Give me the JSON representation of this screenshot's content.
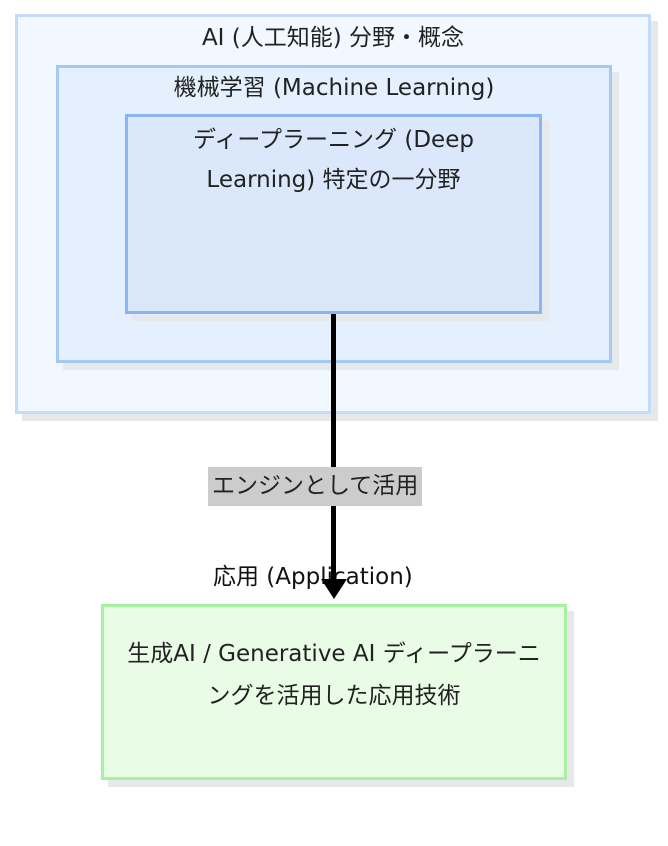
{
  "diagram": {
    "ai_box": {
      "label": "AI (人工知能) 分野・概念"
    },
    "ml_box": {
      "label": "機械学習 (Machine Learning)"
    },
    "dl_box": {
      "label": "ディープラーニング (Deep Learning) 特定の一分野"
    },
    "gen_box": {
      "label": "生成AI / Generative AI ディープラーニングを活用した応用技術"
    },
    "edge": {
      "label": "エンジンとして活用",
      "target_caption": "応用 (Application)"
    },
    "colors": {
      "ai_fill": "#f2f8ff",
      "ml_fill": "#e4f0fd",
      "dl_fill": "#dbe8fc",
      "gen_fill": "#e9fce5",
      "gen_border": "#a6f2a1",
      "edge_label_bg": "#cccccc"
    }
  }
}
